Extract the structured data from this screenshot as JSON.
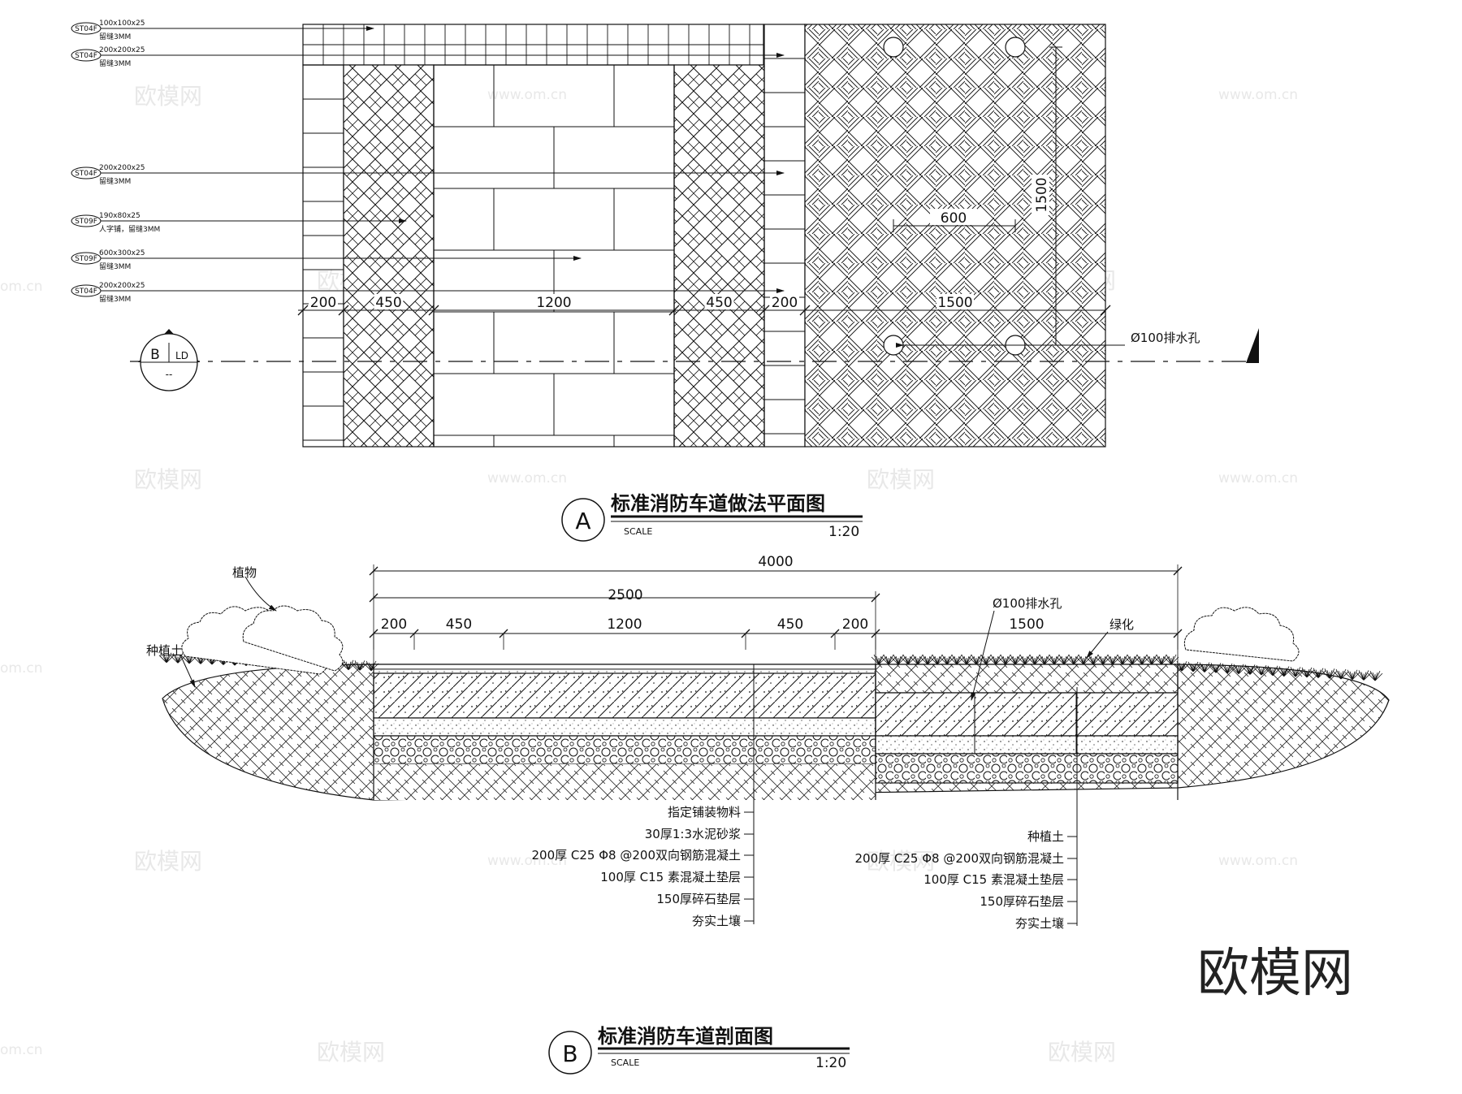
{
  "plan": {
    "callouts": [
      {
        "tag": "ST04F",
        "spec": "100x100x25",
        "note": "留缝3MM"
      },
      {
        "tag": "ST04F",
        "spec": "200x200x25",
        "note": "留缝3MM"
      },
      {
        "tag": "ST04F",
        "spec": "200x200x25",
        "note": "留缝3MM"
      },
      {
        "tag": "ST09F",
        "spec": "190x80x25",
        "note": "人字铺，留缝3MM"
      },
      {
        "tag": "ST09F",
        "spec": "600x300x25",
        "note": "留缝3MM"
      },
      {
        "tag": "ST04F",
        "spec": "200x200x25",
        "note": "留缝3MM"
      }
    ],
    "dims": [
      "200",
      "450",
      "1200",
      "450",
      "200",
      "1500"
    ],
    "grid_dim_h": "600",
    "grid_dim_v": "1500",
    "drain_label": "Ø100排水孔",
    "section_mark": {
      "letter": "B",
      "sheet": "LD",
      "sub": "--"
    },
    "title": {
      "letter": "A",
      "text": "标准消防车道做法平面图",
      "scale_label": "SCALE",
      "scale": "1:20"
    }
  },
  "section": {
    "dim_total": "4000",
    "dim_road": "2500",
    "dims": [
      "200",
      "450",
      "1200",
      "450",
      "200",
      "1500"
    ],
    "labels": {
      "plant": "植物",
      "soil": "种植土",
      "drain": "Ø100排水孔",
      "green": "绿化"
    },
    "left_layers": [
      "指定铺装物料",
      "30厚1:3水泥砂浆",
      "200厚 C25 Φ8 @200双向钢筋混凝土",
      "100厚 C15 素混凝土垫层",
      "150厚碎石垫层",
      "夯实土壤"
    ],
    "right_layers": [
      "种植土",
      "200厚 C25 Φ8 @200双向钢筋混凝土",
      "100厚 C15 素混凝土垫层",
      "150厚碎石垫层",
      "夯实土壤"
    ],
    "title": {
      "letter": "B",
      "text": "标准消防车道剖面图",
      "scale_label": "SCALE",
      "scale": "1:20"
    }
  },
  "watermark": {
    "brand": "欧模网",
    "url": "www.om.cn",
    "url_short": "om.cn"
  }
}
